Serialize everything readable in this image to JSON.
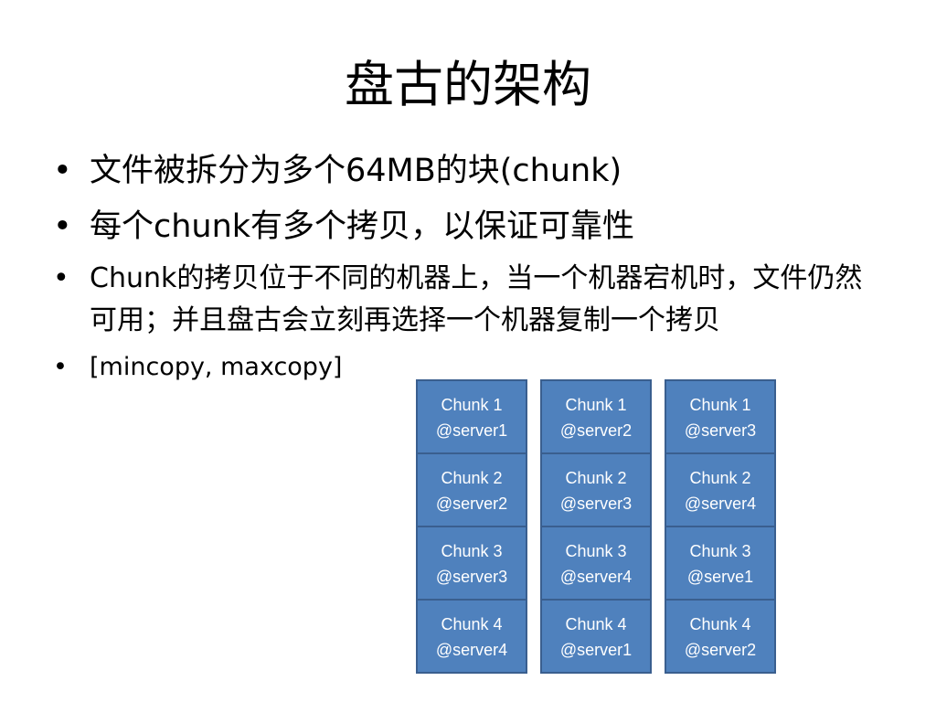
{
  "slide": {
    "title": "盘古的架构",
    "bullets": [
      "文件被拆分为多个64MB的块(chunk)",
      "每个chunk有多个拷贝，以保证可靠性",
      "Chunk的拷贝位于不同的机器上，当一个机器宕机时，文件仍然可用；并且盘古会立刻再选择一个机器复制一个拷贝",
      "[mincopy, maxcopy]"
    ]
  },
  "grid": {
    "columns": [
      {
        "cells": [
          {
            "chunk": "Chunk 1",
            "server": "@server1"
          },
          {
            "chunk": "Chunk 2",
            "server": "@server2"
          },
          {
            "chunk": "Chunk 3",
            "server": "@server3"
          },
          {
            "chunk": "Chunk 4",
            "server": "@server4"
          }
        ]
      },
      {
        "cells": [
          {
            "chunk": "Chunk 1",
            "server": "@server2"
          },
          {
            "chunk": "Chunk 2",
            "server": "@server3"
          },
          {
            "chunk": "Chunk 3",
            "server": "@server4"
          },
          {
            "chunk": "Chunk 4",
            "server": "@server1"
          }
        ]
      },
      {
        "cells": [
          {
            "chunk": "Chunk 1",
            "server": "@server3"
          },
          {
            "chunk": "Chunk 2",
            "server": "@server4"
          },
          {
            "chunk": "Chunk 3",
            "server": "@serve1"
          },
          {
            "chunk": "Chunk 4",
            "server": "@server2"
          }
        ]
      }
    ],
    "colors": {
      "cell_fill": "#4f81bd",
      "cell_border": "#3a5f8f",
      "cell_text": "#ffffff"
    }
  }
}
